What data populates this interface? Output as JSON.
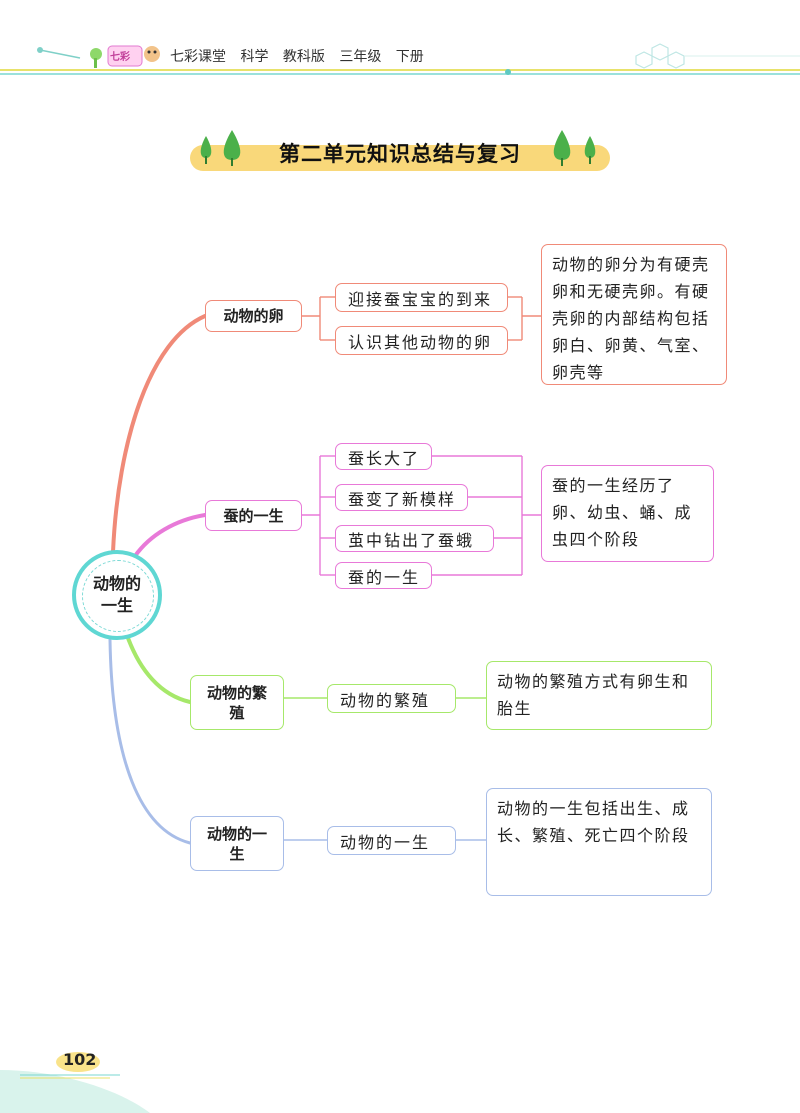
{
  "header": {
    "logo_text": "七彩",
    "text": "七彩课堂 科学 教科版 三年级 下册"
  },
  "title": "第二单元知识总结与复习",
  "center": {
    "label": "动物的一生"
  },
  "branches": [
    {
      "label": "动物的卵",
      "subs": [
        "迎接蚕宝宝的到来",
        "认识其他动物的卵"
      ],
      "note": "动物的卵分为有硬壳卵和无硬壳卵。有硬壳卵的内部结构包括卵白、卵黄、气室、卵壳等"
    },
    {
      "label": "蚕的一生",
      "subs": [
        "蚕长大了",
        "蚕变了新模样",
        "茧中钻出了蚕蛾",
        "蚕的一生"
      ],
      "note": "蚕的一生经历了卵、幼虫、蛹、成虫四个阶段"
    },
    {
      "label": "动物的繁殖",
      "subs": [
        "动物的繁殖"
      ],
      "note": "动物的繁殖方式有卵生和胎生"
    },
    {
      "label": "动物的一生",
      "subs": [
        "动物的一生"
      ],
      "note": "动物的一生包括出生、成长、繁殖、死亡四个阶段"
    }
  ],
  "colors": {
    "branch1": "#f08a78",
    "branch2": "#e879d8",
    "branch3": "#a6e86a",
    "branch4": "#a8bde8",
    "center": "#5fd7d3",
    "banner": "#f9d87a"
  },
  "page_number": "102"
}
